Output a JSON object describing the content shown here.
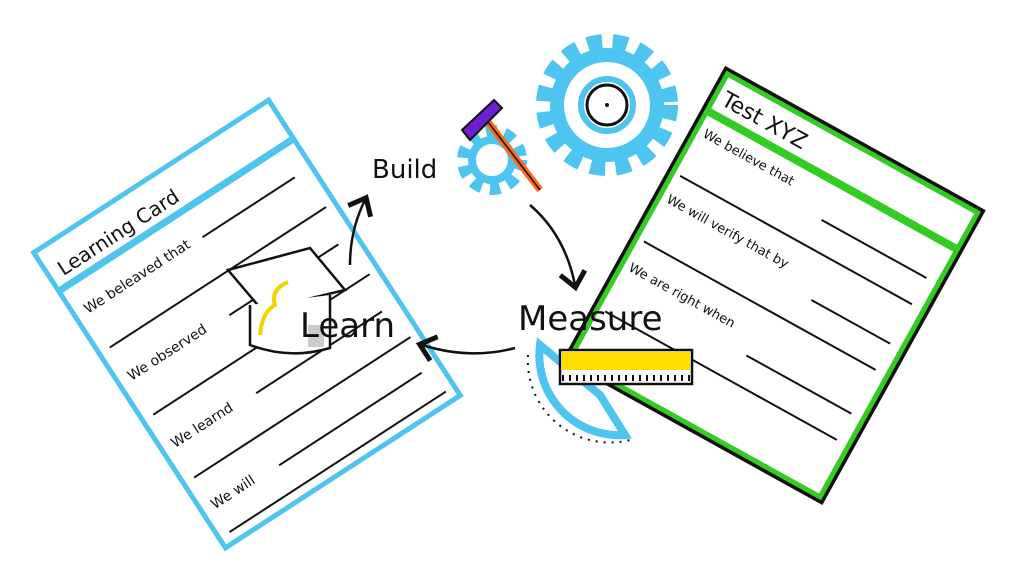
{
  "colors": {
    "learn_card": "#4ec4f0",
    "test_card": "#33cc22",
    "ruler": "#ffdd00",
    "hammer_head": "#6a1fd1",
    "hammer_handle": "#ff6a1a",
    "cap_tassel": "#f2d400",
    "ink": "#111111"
  },
  "cycle": {
    "build": "Build",
    "measure": "Measure",
    "learn": "Learn"
  },
  "learning_card": {
    "title": "Learning Card",
    "prompts": [
      "We beleaved that",
      "We observed",
      "We learnd",
      "We will"
    ]
  },
  "test_card": {
    "title": "Test XYZ",
    "prompts": [
      "We believe that",
      "We will verify that by",
      "We are right when"
    ]
  },
  "icons": [
    "gear-icon",
    "hammer-icon",
    "ruler-icon",
    "protractor-icon",
    "graduation-cap-icon",
    "arrow-icon"
  ]
}
